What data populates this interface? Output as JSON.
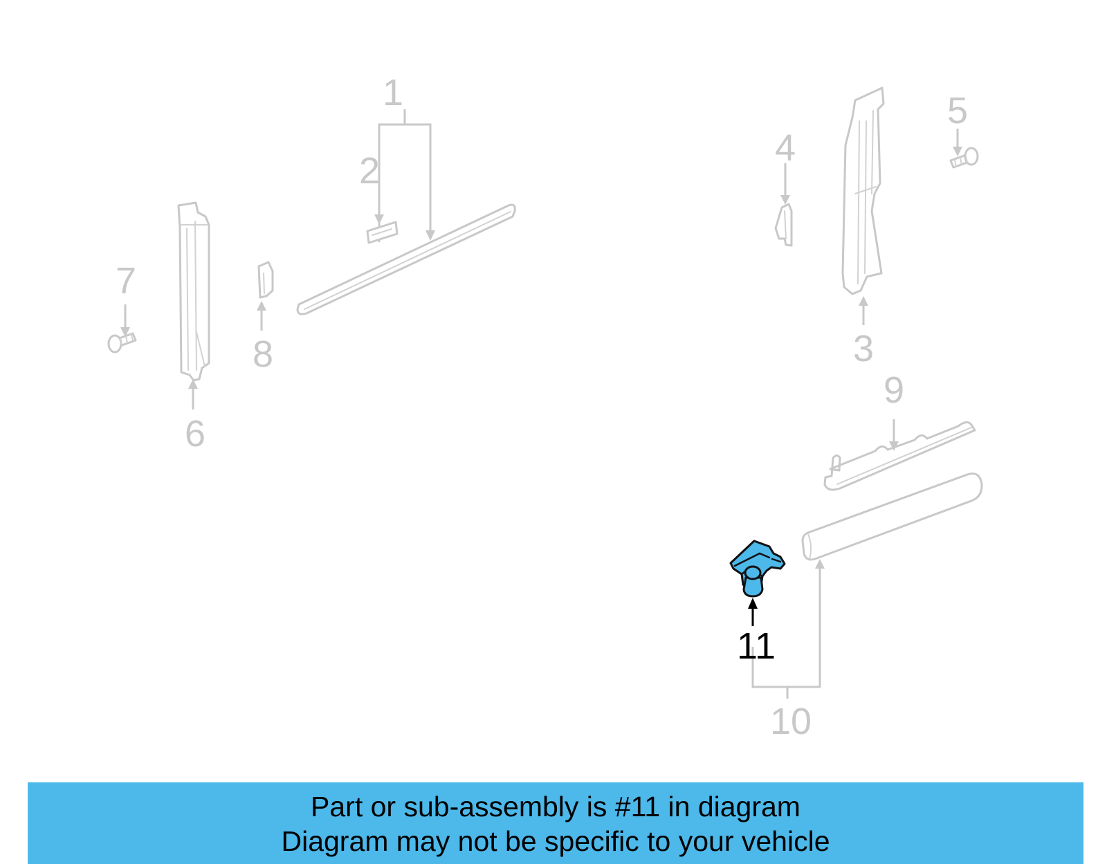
{
  "diagram": {
    "callouts": {
      "c1": "1",
      "c2": "2",
      "c3": "3",
      "c4": "4",
      "c5": "5",
      "c6": "6",
      "c7": "7",
      "c8": "8",
      "c9": "9",
      "c10": "10",
      "c11": "11"
    },
    "highlighted_part": "11",
    "colors": {
      "highlight": "#4db8ea",
      "ghost": "#c8c8c8",
      "banner": "#4db8ea"
    }
  },
  "banner": {
    "line1": "Part or sub-assembly is #11 in diagram",
    "line2": "Diagram may not be specific to your vehicle"
  }
}
